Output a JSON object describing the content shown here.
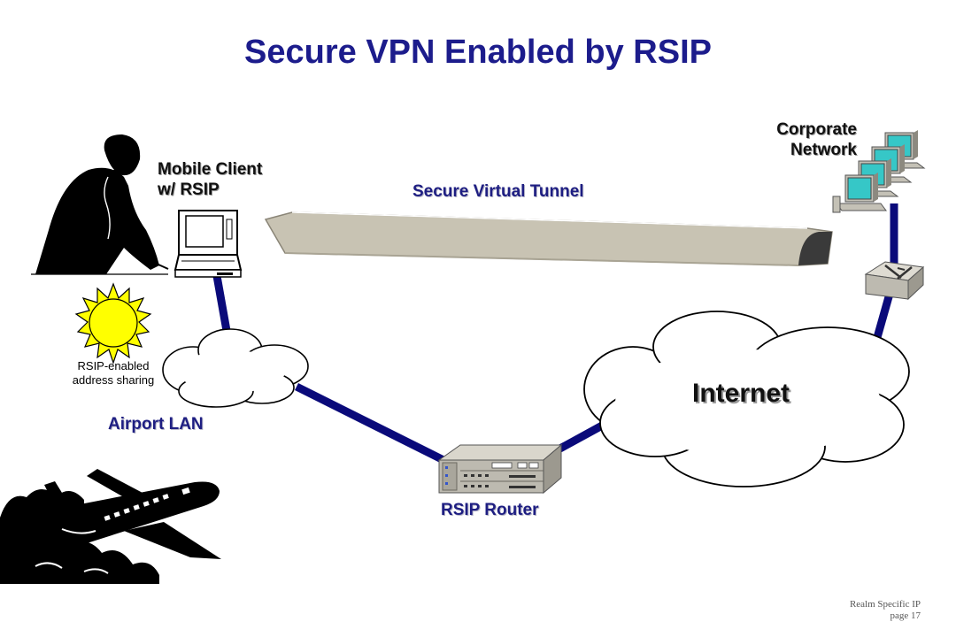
{
  "title": "Secure VPN Enabled by RSIP",
  "labels": {
    "mobile_client_line1": "Mobile Client",
    "mobile_client_line2": "w/ RSIP",
    "secure_tunnel": "Secure Virtual Tunnel",
    "corporate_line1": "Corporate",
    "corporate_line2": "Network",
    "airport_lan": "Airport LAN",
    "rsip_router": "RSIP Router",
    "internet": "Internet",
    "sun_caption_line1": "RSIP-enabled",
    "sun_caption_line2": "address sharing"
  },
  "footer": {
    "line1": "Realm Specific IP",
    "line2": "page 17"
  },
  "colors": {
    "title": "#1c1c8c",
    "link": "#0a0a7a",
    "sun": "#ffff00",
    "tunnel": "#c8c3b3"
  },
  "icons": [
    "person-on-phone-icon",
    "laptop-icon",
    "sun-icon",
    "airplane-icon",
    "router-icon",
    "switch-icon",
    "workstation-icon"
  ]
}
